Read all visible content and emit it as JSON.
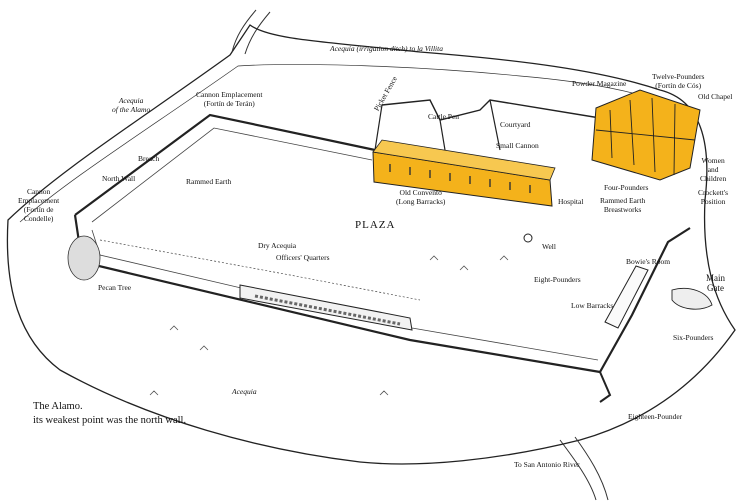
{
  "caption": {
    "line1": "The Alamo.",
    "line2": "its weakest point was the north wall."
  },
  "plaza_label": "PLAZA",
  "highlight_color": "#f4b21b",
  "labels": {
    "acequia_villita": "Acequia (irrigation ditch) to la Villita",
    "acequia_alamo_1": "Acequia",
    "acequia_alamo_2": "of the Alamo",
    "cannon_terán_1": "Cannon Emplacement",
    "cannon_terán_2": "(Fortín de Terán)",
    "breach": "Breach",
    "north_wall": "North Wall",
    "rammed_earth": "Rammed Earth",
    "cannon_condelle_1": "Cannon",
    "cannon_condelle_2": "Emplacement",
    "cannon_condelle_3": "(Fortín de",
    "cannon_condelle_4": "Condelle)",
    "pecan_tree": "Pecan Tree",
    "dry_acequia": "Dry Acequia",
    "officers_quarters": "Officers' Quarters",
    "acequia_bottom": "Acequia",
    "picket_fence": "Picket Fence",
    "cattle_pen": "Cattle Pen",
    "courtyard": "Courtyard",
    "small_cannon": "Small Cannon",
    "old_convento_1": "Old Convento",
    "old_convento_2": "(Long Barracks)",
    "hospital": "Hospital",
    "powder_magazine": "Powder Magazine",
    "twelve_pounders_1": "Twelve-Pounders",
    "twelve_pounders_2": "(Fortín de Cós)",
    "old_chapel": "Old Chapel",
    "women_children_1": "Women",
    "women_children_2": "and",
    "women_children_3": "Children",
    "four_pounders": "Four-Pounders",
    "rammed_breastworks_1": "Rammed Earth",
    "rammed_breastworks_2": "Breastworks",
    "crocketts_1": "Crockett's",
    "crocketts_2": "Position",
    "well": "Well",
    "bowies_room": "Bowie's Room",
    "main_gate_1": "Main",
    "main_gate_2": "Gate",
    "eight_pounders": "Eight-Pounders",
    "low_barracks": "Low Barracks",
    "six_pounders": "Six-Pounders",
    "eighteen_pounder": "Eighteen-Pounder",
    "san_antonio_river": "To San Antonio River"
  }
}
